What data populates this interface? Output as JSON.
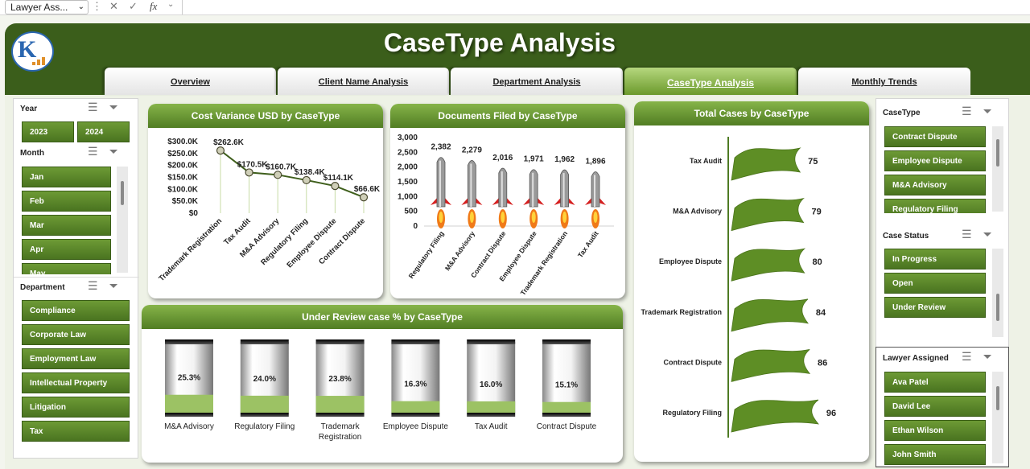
{
  "excel": {
    "name_box": "Lawyer Ass...",
    "fx_label": "fx"
  },
  "dashboard": {
    "title": "CaseType Analysis"
  },
  "tabs": [
    {
      "label": "Overview",
      "active": false
    },
    {
      "label": "Client Name Analysis",
      "active": false
    },
    {
      "label": "Department Analysis",
      "active": false
    },
    {
      "label": "CaseType Analysis",
      "active": true
    },
    {
      "label": "Monthly Trends",
      "active": false
    }
  ],
  "slicers": {
    "year": {
      "title": "Year",
      "items": [
        "2023",
        "2024"
      ]
    },
    "month": {
      "title": "Month",
      "items": [
        "Jan",
        "Feb",
        "Mar",
        "Apr",
        "May"
      ]
    },
    "department": {
      "title": "Department",
      "items": [
        "Compliance",
        "Corporate Law",
        "Employment Law",
        "Intellectual Property",
        "Litigation",
        "Tax"
      ]
    },
    "casetype": {
      "title": "CaseType",
      "items": [
        "Contract Dispute",
        "Employee Dispute",
        "M&A Advisory",
        "Regulatory Filing"
      ]
    },
    "case_status": {
      "title": "Case Status",
      "items": [
        "In Progress",
        "Open",
        "Under Review"
      ]
    },
    "lawyer": {
      "title": "Lawyer Assigned",
      "items": [
        "Ava Patel",
        "David Lee",
        "Ethan Wilson",
        "John Smith"
      ]
    }
  },
  "colors": {
    "header": "#3b5e1b",
    "accent": "#6d9a35",
    "line": "#3f5f1c",
    "flame": "#f07a18"
  },
  "chart_data": [
    {
      "type": "line",
      "title": "Cost Variance USD by CaseType",
      "categories": [
        "Trademark Registration",
        "Tax Audit",
        "M&A Advisory",
        "Regulatory Filing",
        "Employee Dispute",
        "Contract Dispute"
      ],
      "values": [
        262.6,
        170.5,
        160.7,
        138.4,
        114.1,
        66.6
      ],
      "data_labels": [
        "$262.6K",
        "$170.5K",
        "$160.7K",
        "$138.4K",
        "$114.1K",
        "$66.6K"
      ],
      "y_ticks": [
        "$0",
        "$50.0K",
        "$100.0K",
        "$150.0K",
        "$200.0K",
        "$250.0K",
        "$300.0K"
      ],
      "ylim": [
        0,
        300
      ]
    },
    {
      "type": "bar",
      "title": "Documents Filed by CaseType",
      "categories": [
        "Regulatory Filing",
        "M&A Advisory",
        "Contract Dispute",
        "Employee Dispute",
        "Trademark Registration",
        "Tax Audit"
      ],
      "values": [
        2382,
        2279,
        2016,
        1971,
        1962,
        1896
      ],
      "data_labels": [
        "2,382",
        "2,279",
        "2,016",
        "1,971",
        "1,962",
        "1,896"
      ],
      "y_ticks": [
        "0",
        "500",
        "1,000",
        "1,500",
        "2,000",
        "2,500",
        "3,000"
      ],
      "ylim": [
        0,
        3000
      ]
    },
    {
      "type": "bar",
      "title": "Total Cases by CaseType",
      "categories": [
        "Tax Audit",
        "M&A Advisory",
        "Employee Dispute",
        "Trademark Registration",
        "Contract Dispute",
        "Regulatory Filing"
      ],
      "values": [
        75,
        79,
        80,
        84,
        86,
        96
      ],
      "data_labels": [
        "75",
        "79",
        "80",
        "84",
        "86",
        "96"
      ],
      "xlim": [
        0,
        110
      ]
    },
    {
      "type": "bar",
      "title": "Under Review case % by CaseType",
      "categories": [
        "M&A Advisory",
        "Regulatory Filing",
        "Trademark Registration",
        "Employee Dispute",
        "Tax Audit",
        "Contract Dispute"
      ],
      "values": [
        25.3,
        24.0,
        23.8,
        16.3,
        16.0,
        15.1
      ],
      "data_labels": [
        "25.3%",
        "24.0%",
        "23.8%",
        "16.3%",
        "16.0%",
        "15.1%"
      ],
      "ylim": [
        0,
        100
      ]
    }
  ]
}
